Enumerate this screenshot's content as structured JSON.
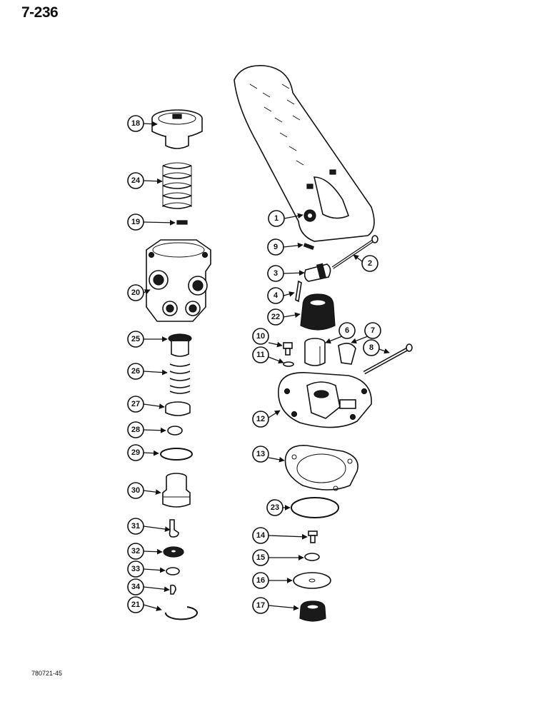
{
  "page_number": "7-236",
  "figure_code": "780721-45",
  "callouts": [
    "1",
    "2",
    "3",
    "4",
    "6",
    "7",
    "8",
    "9",
    "10",
    "11",
    "12",
    "13",
    "14",
    "15",
    "16",
    "17",
    "18",
    "19",
    "20",
    "21",
    "22",
    "23",
    "24",
    "25",
    "26",
    "27",
    "28",
    "29",
    "30",
    "31",
    "32",
    "33",
    "34"
  ]
}
